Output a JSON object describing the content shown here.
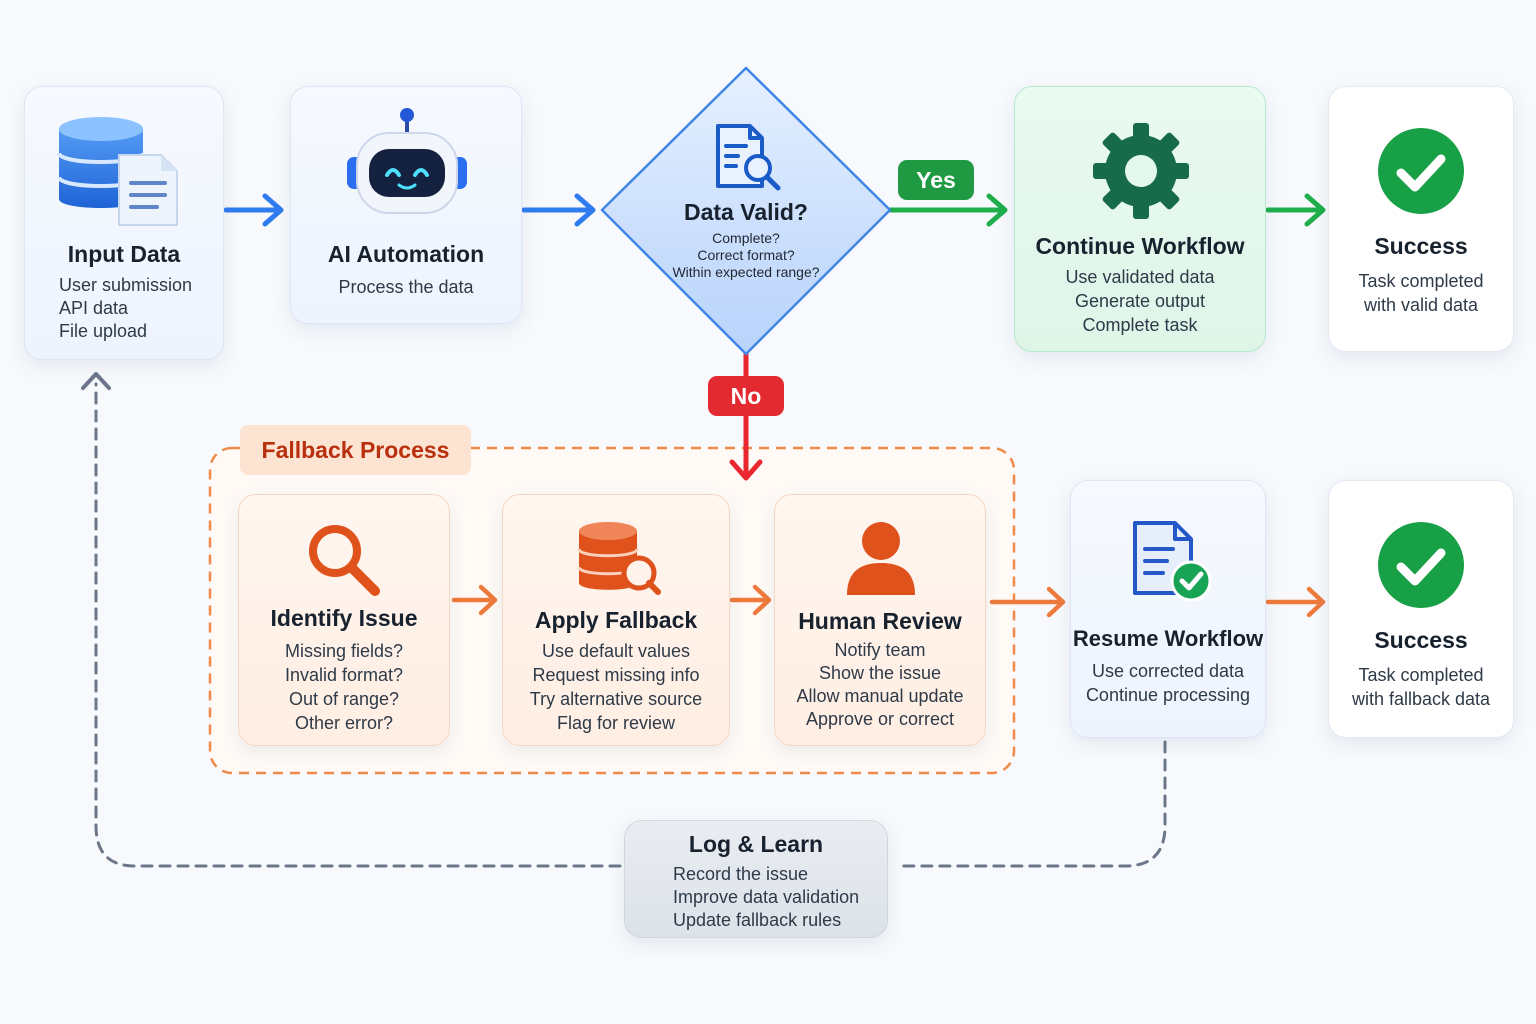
{
  "colors": {
    "blue": "#2f7cf0",
    "green": "#1fae4b",
    "red": "#e8272f",
    "orange": "#ef6a2d",
    "gray_dash": "#6b7789",
    "success_green": "#18a047"
  },
  "nodes": {
    "input": {
      "title": "Input Data",
      "lines": [
        "User submission",
        "API data",
        "File upload"
      ],
      "icon": "database-document-icon"
    },
    "ai": {
      "title": "AI Automation",
      "lines": [
        "Process the data"
      ],
      "icon": "robot-icon"
    },
    "decision": {
      "title": "Data Valid?",
      "lines": [
        "Complete?",
        "Correct format?",
        "Within expected range?"
      ],
      "icon": "document-search-icon"
    },
    "continue": {
      "title": "Continue Workflow",
      "lines": [
        "Use validated data",
        "Generate output",
        "Complete task"
      ],
      "icon": "gear-icon"
    },
    "success_top": {
      "title": "Success",
      "lines": [
        "Task completed",
        "with valid data"
      ],
      "icon": "check-circle-icon"
    },
    "identify": {
      "title": "Identify Issue",
      "lines": [
        "Missing fields?",
        "Invalid format?",
        "Out of range?",
        "Other error?"
      ],
      "icon": "magnifier-icon"
    },
    "apply": {
      "title": "Apply Fallback",
      "lines": [
        "Use default values",
        "Request missing info",
        "Try alternative source",
        "Flag for review"
      ],
      "icon": "database-search-icon"
    },
    "human": {
      "title": "Human Review",
      "lines": [
        "Notify team",
        "Show the issue",
        "Allow manual update",
        "Approve or correct"
      ],
      "icon": "person-icon"
    },
    "resume": {
      "title": "Resume Workflow",
      "lines": [
        "Use corrected data",
        "Continue processing"
      ],
      "icon": "document-check-icon"
    },
    "success_bottom": {
      "title": "Success",
      "lines": [
        "Task completed",
        "with fallback data"
      ],
      "icon": "check-circle-icon"
    },
    "log": {
      "title": "Log & Learn",
      "lines": [
        "Record the issue",
        "Improve data validation",
        "Update fallback rules"
      ]
    }
  },
  "labels": {
    "yes": "Yes",
    "no": "No",
    "fallback_group": "Fallback Process"
  }
}
